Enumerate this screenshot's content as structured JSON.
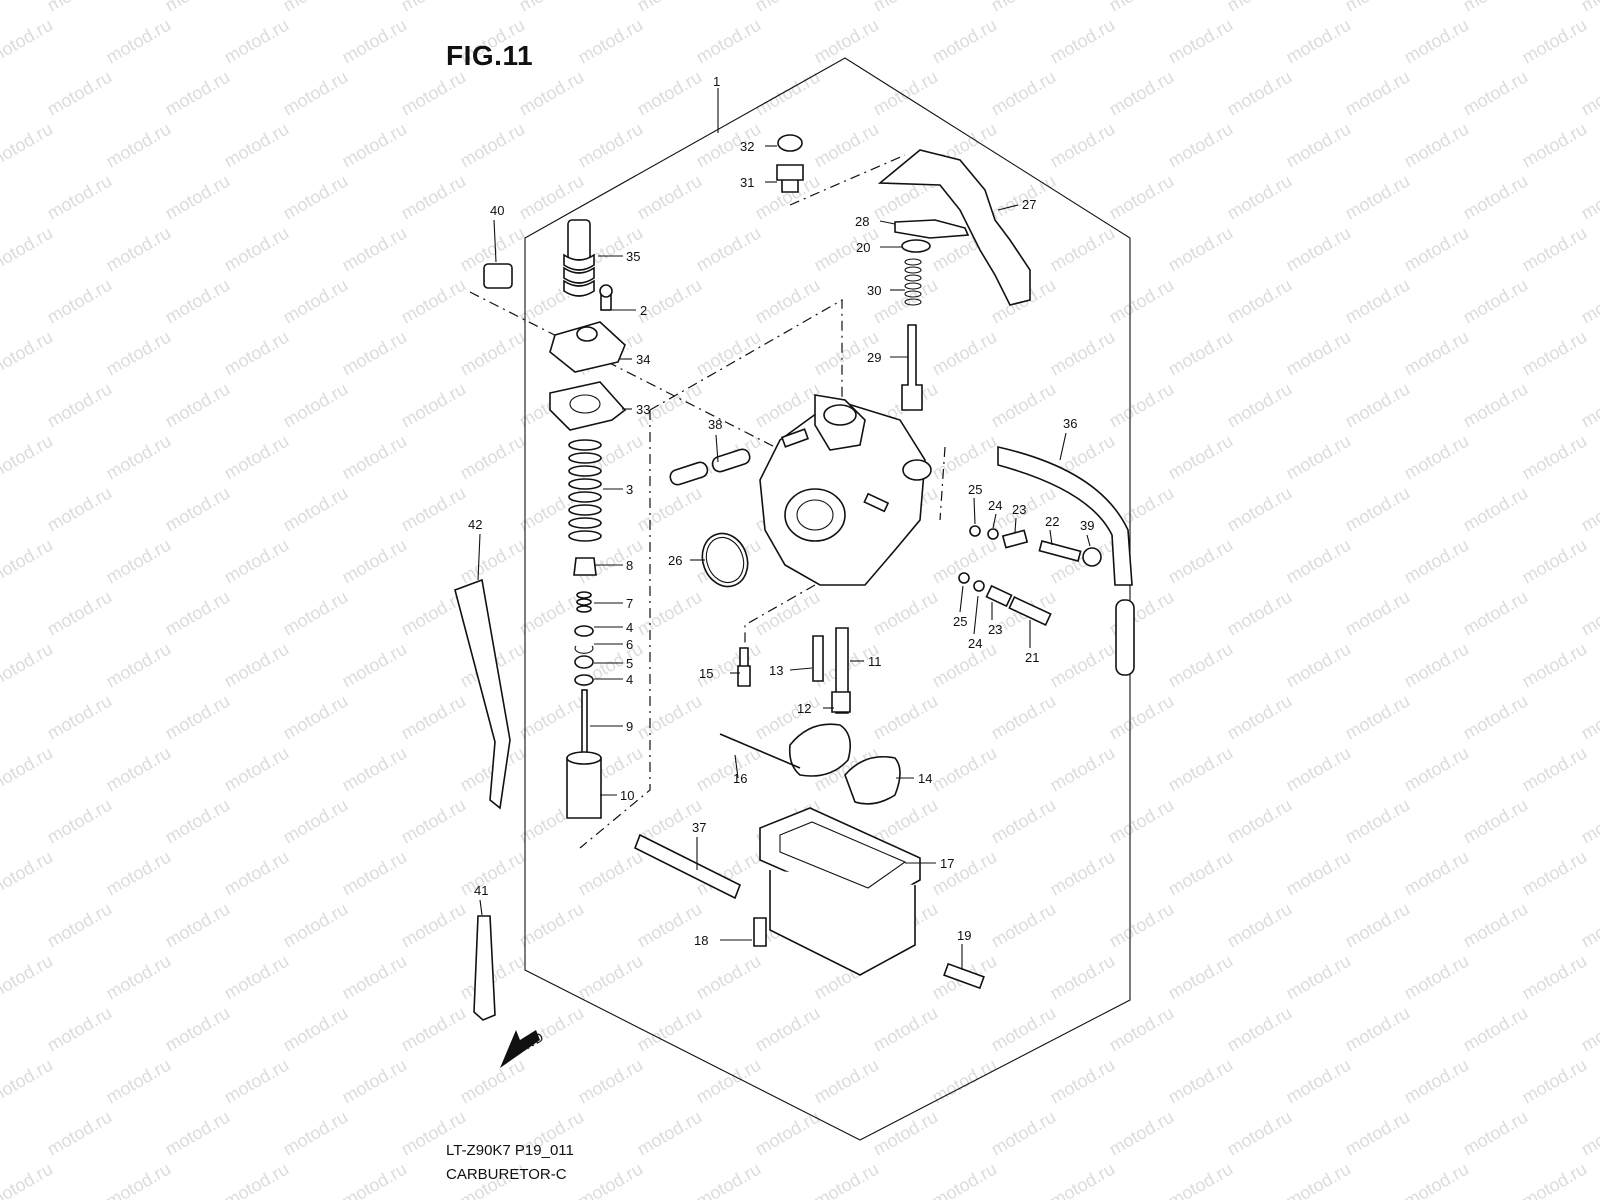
{
  "title": "FIG.11",
  "footer": {
    "code": "LT-Z90K7 P19_011",
    "name": "CARBURETOR-C"
  },
  "watermark": "motod.ru",
  "fwd_label": "FWD",
  "callouts": [
    "1",
    "2",
    "3",
    "4",
    "4",
    "5",
    "6",
    "7",
    "8",
    "9",
    "10",
    "11",
    "12",
    "13",
    "14",
    "15",
    "16",
    "17",
    "18",
    "19",
    "20",
    "21",
    "22",
    "23",
    "23",
    "24",
    "24",
    "25",
    "25",
    "26",
    "27",
    "28",
    "29",
    "30",
    "31",
    "32",
    "33",
    "34",
    "35",
    "36",
    "37",
    "38",
    "39",
    "40",
    "41",
    "42"
  ]
}
